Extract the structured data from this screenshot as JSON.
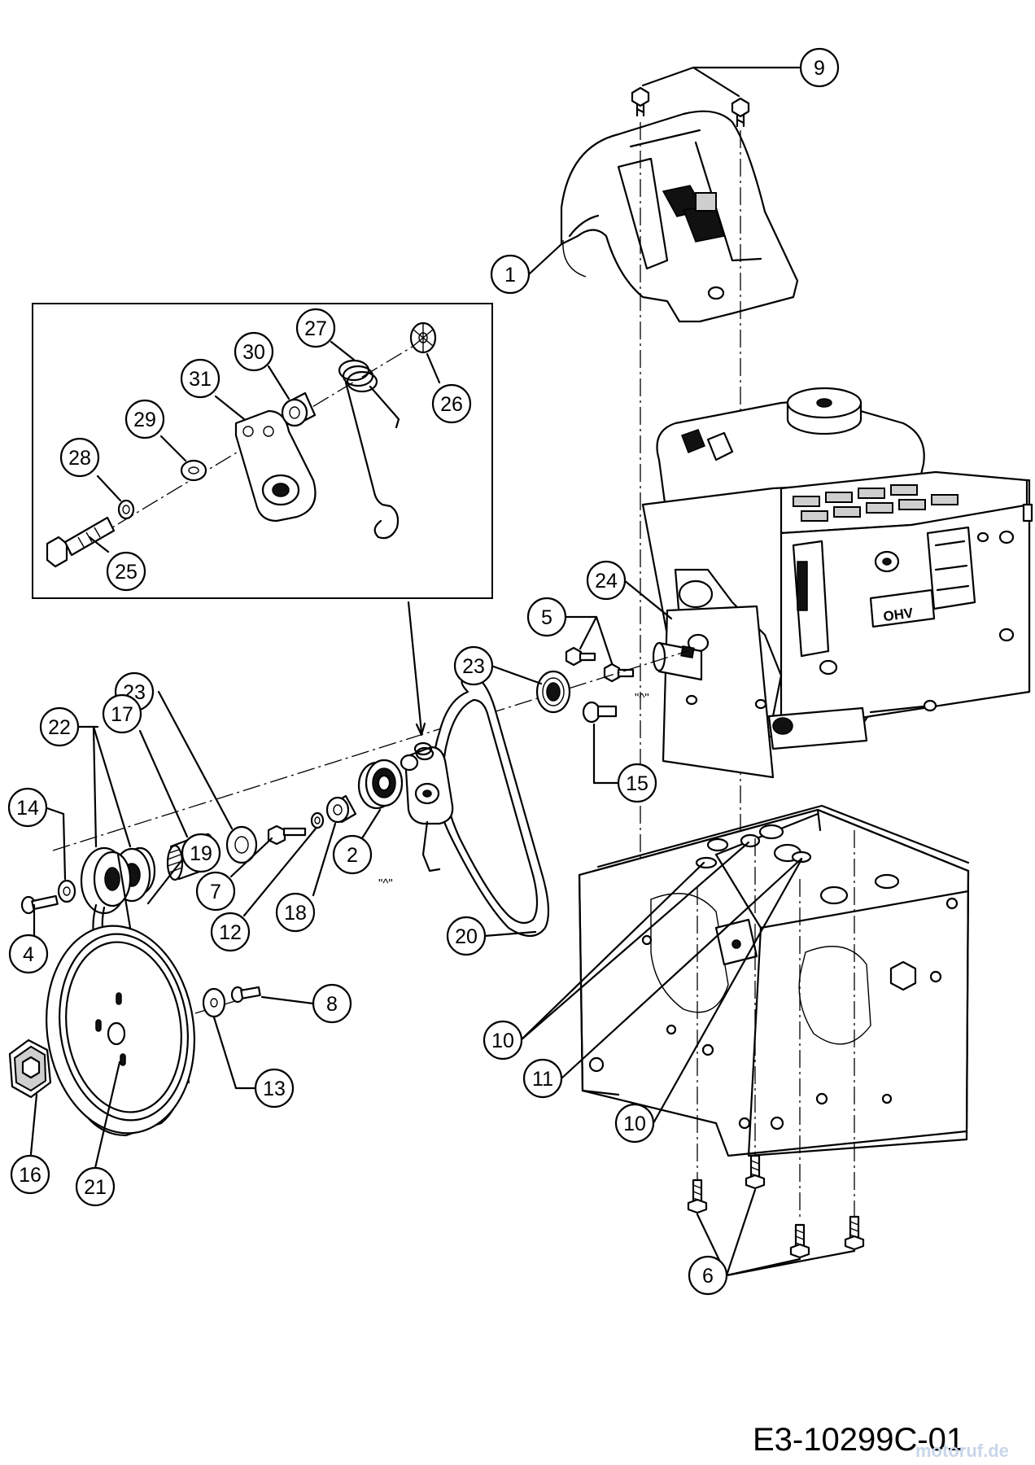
{
  "drawing_code": "E3-10299C-01",
  "watermark": "motoruf.de",
  "engine_label": "OHV",
  "reference_marks": [
    "\"^\"",
    "\"^\""
  ],
  "callouts": [
    {
      "id": "c1",
      "label": "1"
    },
    {
      "id": "c9",
      "label": "9"
    },
    {
      "id": "c27",
      "label": "27"
    },
    {
      "id": "c30",
      "label": "30"
    },
    {
      "id": "c26",
      "label": "26"
    },
    {
      "id": "c31",
      "label": "31"
    },
    {
      "id": "c29",
      "label": "29"
    },
    {
      "id": "c28",
      "label": "28"
    },
    {
      "id": "c25",
      "label": "25"
    },
    {
      "id": "c24",
      "label": "24"
    },
    {
      "id": "c5",
      "label": "5"
    },
    {
      "id": "c23a",
      "label": "23"
    },
    {
      "id": "c23b",
      "label": "23"
    },
    {
      "id": "c15",
      "label": "15"
    },
    {
      "id": "c22",
      "label": "22"
    },
    {
      "id": "c17",
      "label": "17"
    },
    {
      "id": "c14",
      "label": "14"
    },
    {
      "id": "c19",
      "label": "19"
    },
    {
      "id": "c4",
      "label": "4"
    },
    {
      "id": "c7",
      "label": "7"
    },
    {
      "id": "c2",
      "label": "2"
    },
    {
      "id": "c12",
      "label": "12"
    },
    {
      "id": "c18",
      "label": "18"
    },
    {
      "id": "c20",
      "label": "20"
    },
    {
      "id": "c8",
      "label": "8"
    },
    {
      "id": "c10a",
      "label": "10"
    },
    {
      "id": "c11",
      "label": "11"
    },
    {
      "id": "c10b",
      "label": "10"
    },
    {
      "id": "c13",
      "label": "13"
    },
    {
      "id": "c16",
      "label": "16"
    },
    {
      "id": "c21",
      "label": "21"
    },
    {
      "id": "c6",
      "label": "6"
    }
  ]
}
